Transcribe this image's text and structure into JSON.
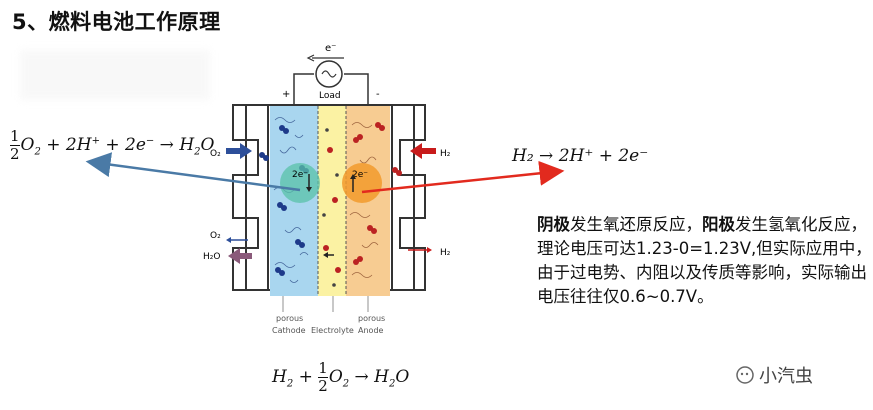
{
  "title": "5、燃料电池工作原理",
  "equations": {
    "cathode_frac_num": "1",
    "cathode_frac_den": "2",
    "anode": "H₂ → 2H⁺ + 2e⁻",
    "overall_frac_num": "1",
    "overall_frac_den": "2"
  },
  "diagram": {
    "electron_label": "e⁻",
    "load_label": "Load",
    "plus_sign": "+",
    "minus_sign": "-",
    "o2_in": "O₂",
    "o2_out": "O₂",
    "h2o_out": "H₂O",
    "h2_in": "H₂",
    "h2_out": "H₂",
    "left_circle_label": "2e⁻",
    "right_circle_label": "2e⁻",
    "porous_left": "porous",
    "porous_right": "porous",
    "cathode_label": "Cathode",
    "electrolyte_label": "Electrolyte",
    "anode_label": "Anode",
    "colors": {
      "cathode": "#a9d6ef",
      "electrolyte": "#fbf2a3",
      "anode": "#f7cc92",
      "left_arrow": "#4a7aa6",
      "right_arrow": "#e22a1e",
      "o2_arrow": "#2d4f9a",
      "h2_arrow": "#c81b1b"
    }
  },
  "description": {
    "bold1": "阴极",
    "text1": "发生氧还原反应，",
    "bold2": "阳极",
    "text2": "发生氢氧化反应，理论电压可达1.23-0=1.23V,但实际应用中，由于过电势、内阻以及传质等影响，实际输出电压往往仅0.6~0.7V。"
  },
  "watermark": "小汽虫"
}
